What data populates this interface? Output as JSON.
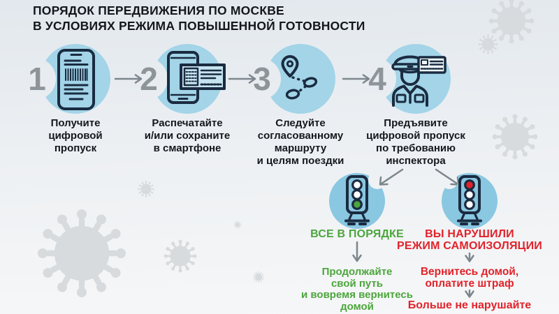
{
  "title": "ПОРЯДОК ПЕРЕДВИЖЕНИЯ ПО МОСКВЕ\nВ УСЛОВИЯХ РЕЖИМА ПОВЫШЕННОЙ ГОТОВНОСТИ",
  "steps": [
    {
      "number": "1",
      "icon": "smartphone-pass-icon",
      "label": "Получите\nцифровой\nпропуск"
    },
    {
      "number": "2",
      "icon": "smartphone-save-icon",
      "label": "Распечатайте\nи/или сохраните\nв смартфоне"
    },
    {
      "number": "3",
      "icon": "route-icon",
      "label": "Следуйте\nсогласованному\nмаршруту\nи целям поездки"
    },
    {
      "number": "4",
      "icon": "inspector-icon",
      "label": "Предъявите\nцифровой пропуск\nпо требованию\nинспектора"
    }
  ],
  "outcomes": {
    "ok": {
      "icon": "traffic-light-green-icon",
      "heading": "ВСЕ В ПОРЯДКЕ",
      "detail": "Продолжайте\nсвой путь\nи вовремя вернитесь\nдомой"
    },
    "violation": {
      "icon": "traffic-light-red-icon",
      "heading": "ВЫ НАРУШИЛИ\nРЕЖИМ САМОИЗОЛЯЦИИ",
      "detail": "Вернитесь домой,\nоплатите штраф",
      "warning": "Больше не нарушайте"
    }
  },
  "colors": {
    "step_circle": "#a3d4e8",
    "outcome_circle": "#8ac7e1",
    "icon_stroke": "#1a2b40",
    "number_gray": "#8d949a",
    "arrow_gray": "#7c868c",
    "text_dark": "#14181d",
    "green": "#4ca63c",
    "red": "#e2222a",
    "virus_gray": "#d7dbde"
  }
}
